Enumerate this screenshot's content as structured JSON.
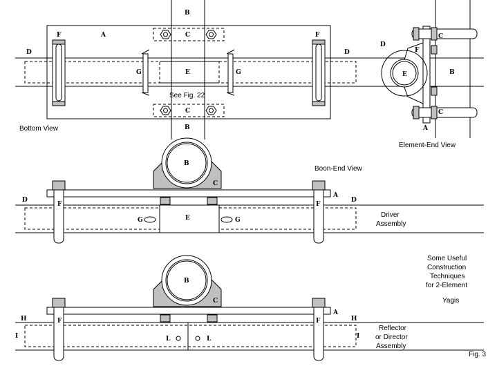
{
  "captions": {
    "bottom_view": "Bottom View",
    "see_fig": "See Fig. 22",
    "element_end_view": "Element-End View",
    "boom_end_view": "Boon-End View",
    "driver_1": "Driver",
    "driver_2": "Assembly",
    "title_1": "Some Useful",
    "title_2": "Construction",
    "title_3": "Techniques",
    "title_4": "for 2-Element",
    "title_5": "Yagis",
    "reflector_1": "Reflector",
    "reflector_2": "or Director",
    "reflector_3": "Assembly",
    "fig_num": "Fig. 3"
  },
  "labels": {
    "A": "A",
    "B": "B",
    "C": "C",
    "D": "D",
    "E": "E",
    "F": "F",
    "G": "G",
    "H": "H",
    "I": "I",
    "L": "L"
  }
}
